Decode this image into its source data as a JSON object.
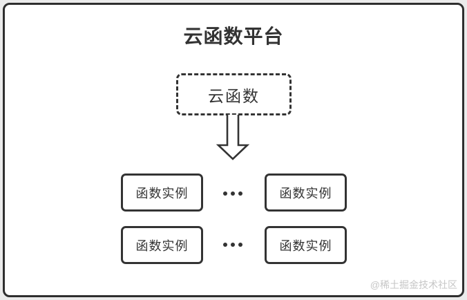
{
  "diagram": {
    "title": "云函数平台",
    "cloud_function": {
      "label": "云函数"
    },
    "instances": [
      "函数实例",
      "函数实例",
      "函数实例",
      "函数实例"
    ],
    "watermark": "@稀土掘金技术社区",
    "colors": {
      "stroke": "#333333",
      "frame_border": "#2e2e2e",
      "background": "#ffffff",
      "page_background": "#ebebeb",
      "watermark_text": "#c6c6c6"
    }
  }
}
